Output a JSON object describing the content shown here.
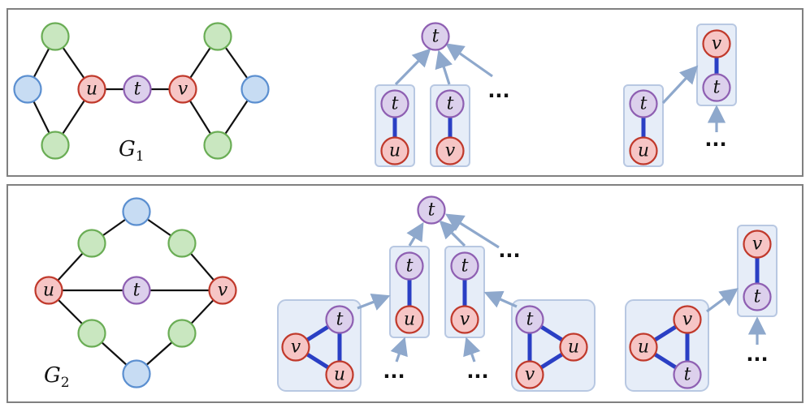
{
  "panel1": {
    "graph_name": "G",
    "graph_sub": "1",
    "labels": {
      "u": "u",
      "t": "t",
      "v": "v"
    },
    "ellipsis": "..."
  },
  "panel2": {
    "graph_name": "G",
    "graph_sub": "2",
    "labels": {
      "u": "u",
      "t": "t",
      "v": "v"
    },
    "ellipsis": "..."
  },
  "colors": {
    "frame": "#808080",
    "tree_edge": "#2a3fc4",
    "arrow": "#8ea8cc",
    "box_fill": "#e6edf8",
    "node_red": "#f6c5c5",
    "node_purple": "#dcd0ec",
    "node_green": "#c9e7c0",
    "node_blue": "#c7dcf3"
  }
}
